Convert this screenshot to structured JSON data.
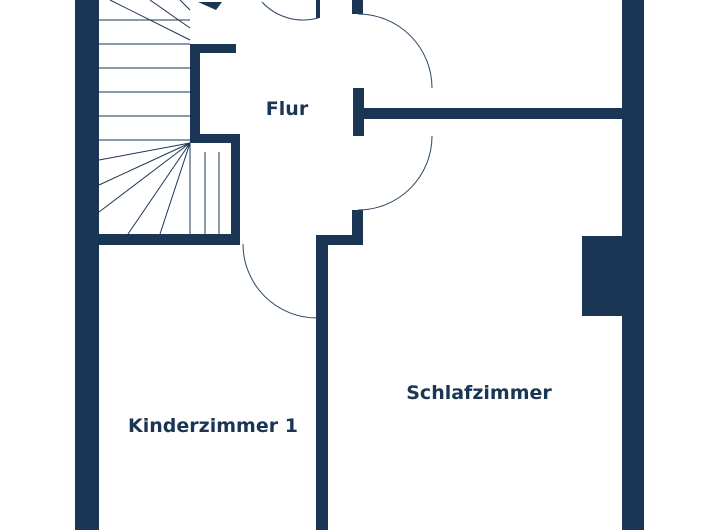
{
  "colors": {
    "wall": "#1b3554",
    "background": "#ffffff",
    "door_swing": "#2a4463"
  },
  "rooms": [
    {
      "id": "flur",
      "label": "Flur"
    },
    {
      "id": "schlafzimmer",
      "label": "Schlafzimmer"
    },
    {
      "id": "kinderzimmer-1",
      "label": "Kinderzimmer 1"
    }
  ],
  "features": {
    "staircase": "staircase",
    "chimney": "chimney"
  }
}
